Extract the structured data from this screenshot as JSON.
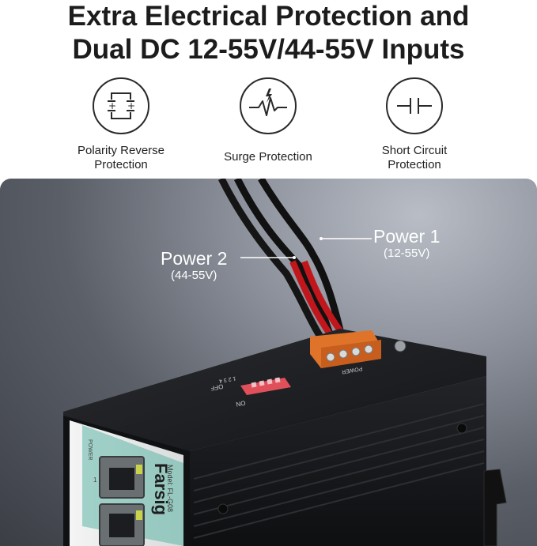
{
  "headline": {
    "line1": "Extra Electrical Protection and",
    "line2": "Dual DC 12-55V/44-55V Inputs"
  },
  "features": [
    {
      "icon": "polarity-reverse-icon",
      "label_line1": "Polarity Reverse",
      "label_line2": "Protection"
    },
    {
      "icon": "surge-icon",
      "label_line1": "Surge Protection",
      "label_line2": ""
    },
    {
      "icon": "short-circuit-icon",
      "label_line1": "Short Circuit",
      "label_line2": "Protection"
    }
  ],
  "photo": {
    "power1": {
      "label": "Power 1",
      "range": "(12-55V)"
    },
    "power2": {
      "label": "Power 2",
      "range": "(44-55V)"
    },
    "device_text": {
      "brand": "Farsig",
      "model": "Model: FL-G08",
      "power_label": "POWER",
      "port_number": "1",
      "dip_on": "ON",
      "dip_off": "OFF",
      "dip_numbers": "1 2 3 4",
      "terminal_label": "POWER"
    }
  },
  "colors": {
    "heading": "#1c1c1c",
    "device_body": "#1a1b1e",
    "terminal_block": "#e0732a",
    "dip_switch": "#e0505a",
    "wire_red": "#c0161c",
    "wire_black": "#111111",
    "label_teal": "#5fb6a8"
  }
}
